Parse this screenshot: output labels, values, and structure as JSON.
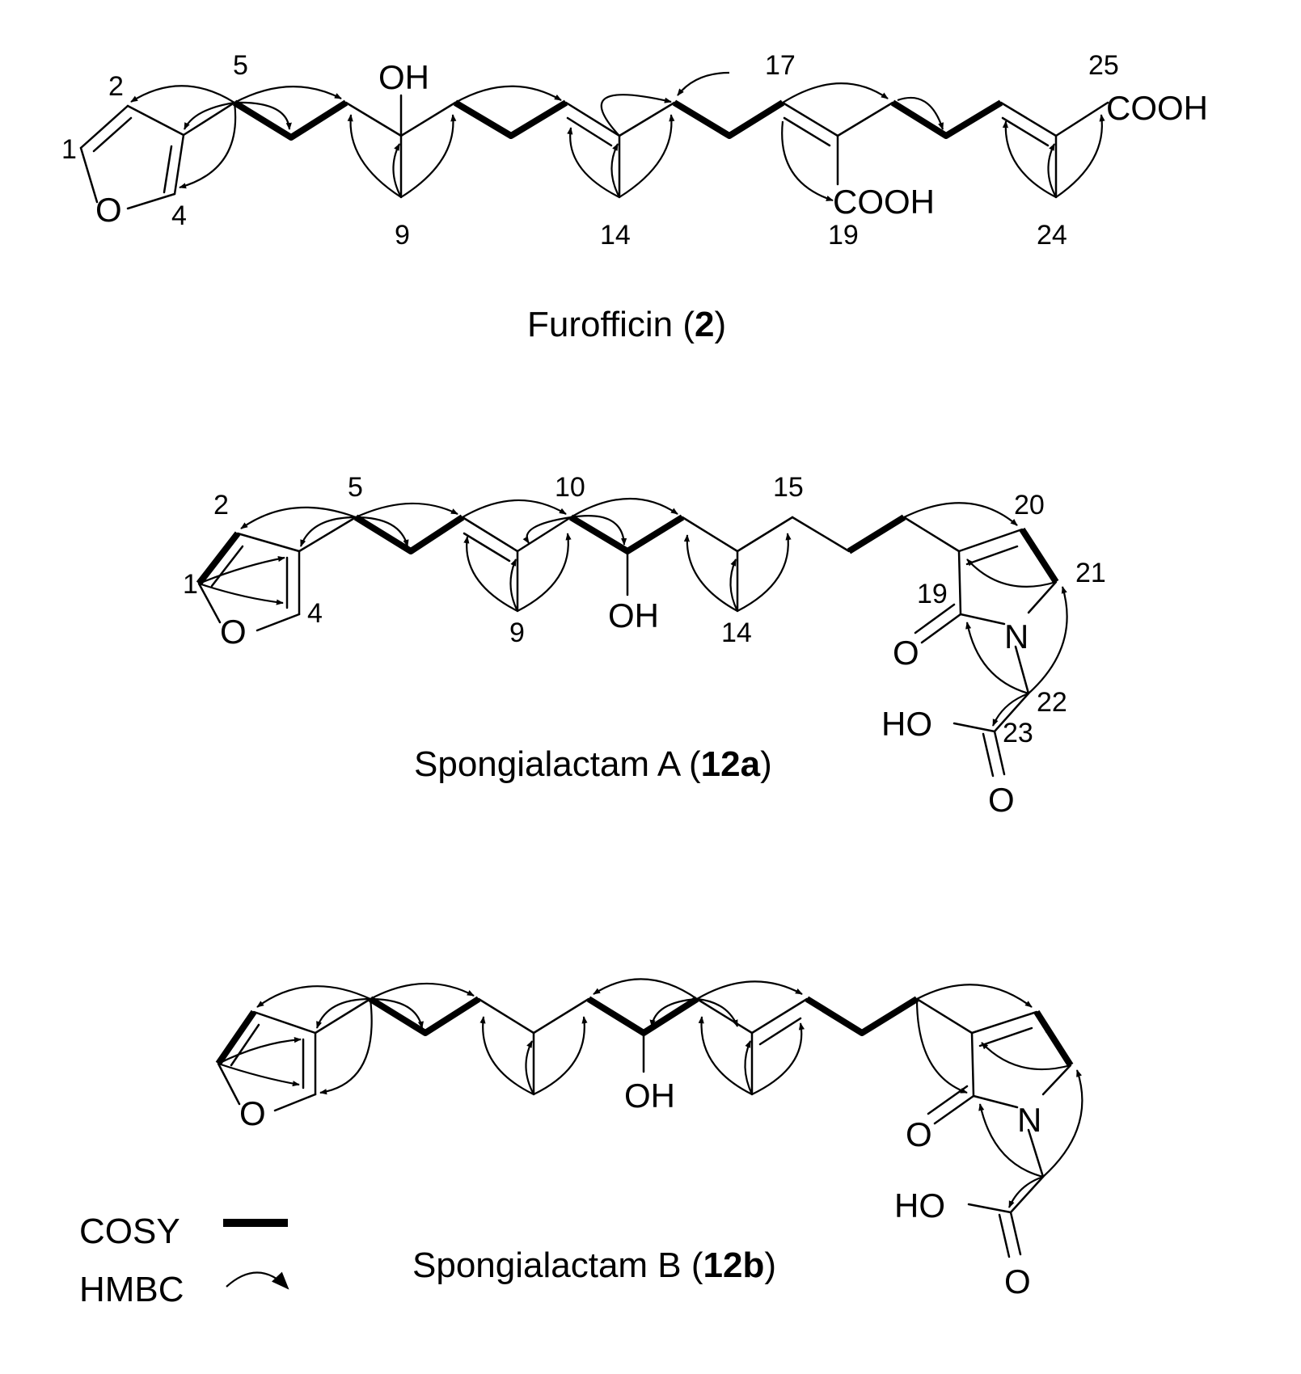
{
  "compounds": [
    {
      "name_prefix": "Furofficin (",
      "name_id": "2",
      "name_suffix": ")",
      "atoms": {
        "O_ring": "O",
        "OH": "OH",
        "COOH_19": "COOH",
        "COOH_25": "COOH"
      },
      "numbers": [
        "1",
        "2",
        "4",
        "5",
        "9",
        "14",
        "17",
        "19",
        "24",
        "25"
      ]
    },
    {
      "name_prefix": "Spongialactam A (",
      "name_id": "12a",
      "name_suffix": ")",
      "atoms": {
        "O_ring": "O",
        "OH": "OH",
        "N": "N",
        "O_lactam": "O",
        "HO": "HO",
        "O_acid": "O"
      },
      "numbers": [
        "1",
        "2",
        "4",
        "5",
        "9",
        "10",
        "14",
        "15",
        "19",
        "20",
        "21",
        "22",
        "23"
      ]
    },
    {
      "name_prefix": "Spongialactam B (",
      "name_id": "12b",
      "name_suffix": ")",
      "atoms": {
        "O_ring": "O",
        "OH": "OH",
        "N": "N",
        "O_lactam": "O",
        "HO": "HO",
        "O_acid": "O"
      }
    }
  ],
  "legend": {
    "cosy": "COSY",
    "hmbc": "HMBC"
  }
}
